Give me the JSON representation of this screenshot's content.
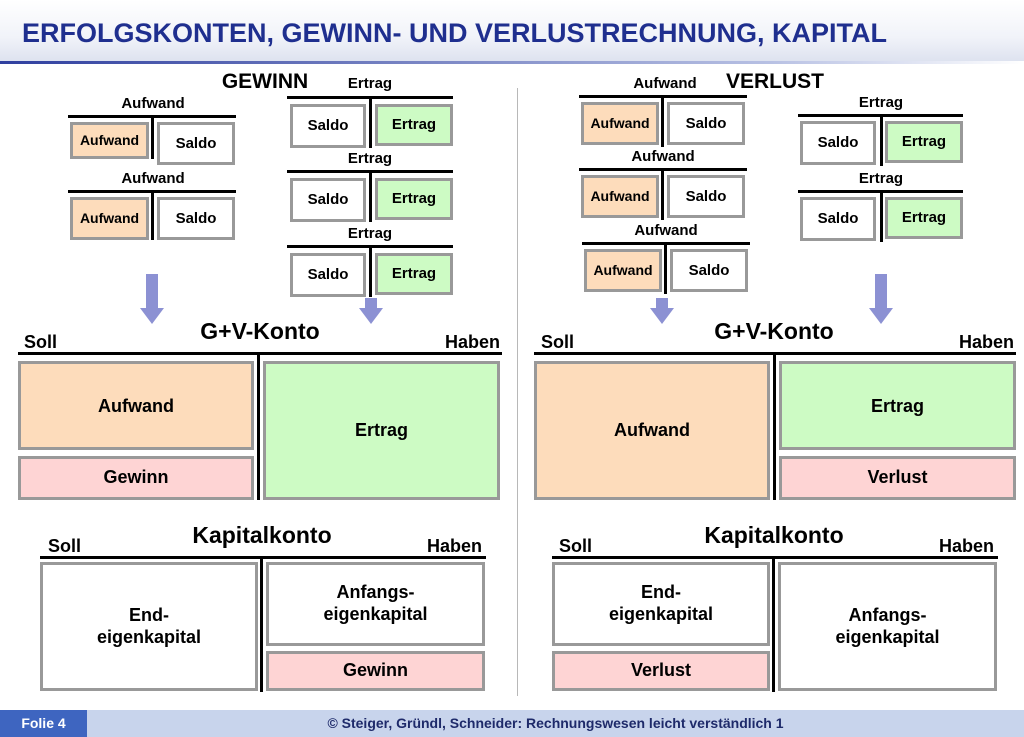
{
  "header": {
    "title": "ERFOLGSKONTEN, GEWINN- UND VERLUSTRECHNUNG, KAPITAL"
  },
  "labels": {
    "aufwand": "Aufwand",
    "ertrag": "Ertrag",
    "saldo": "Saldo",
    "soll": "Soll",
    "haben": "Haben",
    "gv_konto": "G+V-Konto",
    "kapitalkonto": "Kapitalkonto",
    "gewinn": "Gewinn",
    "verlust": "Verlust"
  },
  "left": {
    "heading": "GEWINN"
  },
  "right": {
    "heading": "VERLUST"
  },
  "kapital": {
    "end_line1": "End-",
    "end_line2": "eigenkapital",
    "anfang_line1": "Anfangs-",
    "anfang_line2": "eigenkapital"
  },
  "colors": {
    "aufwand": "#fddcbb",
    "ertrag": "#cdfbc4",
    "saldo": "#ffffff",
    "result": "#fed4d4",
    "arrow": "#8c91d3",
    "title": "#1f2f8f"
  },
  "footer": {
    "folio": "Folie 4",
    "copyright": "© Steiger, Gründl, Schneider: Rechnungswesen leicht verständlich 1"
  }
}
